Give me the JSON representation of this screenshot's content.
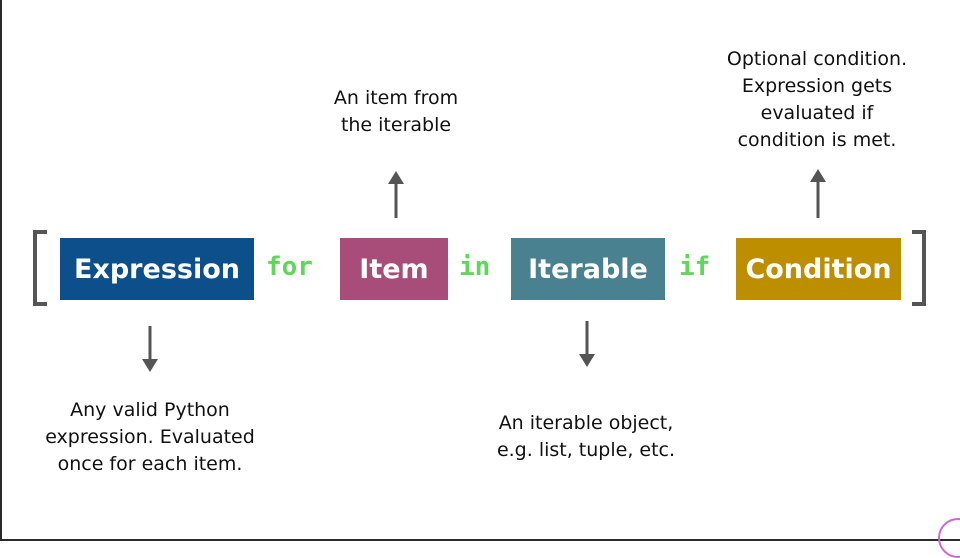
{
  "diagram": {
    "boxes": {
      "expression": {
        "label": "Expression",
        "color": "#0d4f8b"
      },
      "item": {
        "label": "Item",
        "color": "#a84d79"
      },
      "iterable": {
        "label": "Iterable",
        "color": "#4a8190"
      },
      "condition": {
        "label": "Condition",
        "color": "#bd8e00"
      }
    },
    "keywords": {
      "for": "for",
      "in": "in",
      "if": "if",
      "color": "#5fd85a"
    },
    "notes": {
      "item": "An item from\nthe iterable",
      "condition": "Optional condition.\nExpression gets\nevaluated if\ncondition is met.",
      "expression": "Any valid Python\nexpression. Evaluated\nonce for each item.",
      "iterable": "An iterable object,\ne.g. list, tuple, etc."
    },
    "arrow_color": "#555555"
  }
}
